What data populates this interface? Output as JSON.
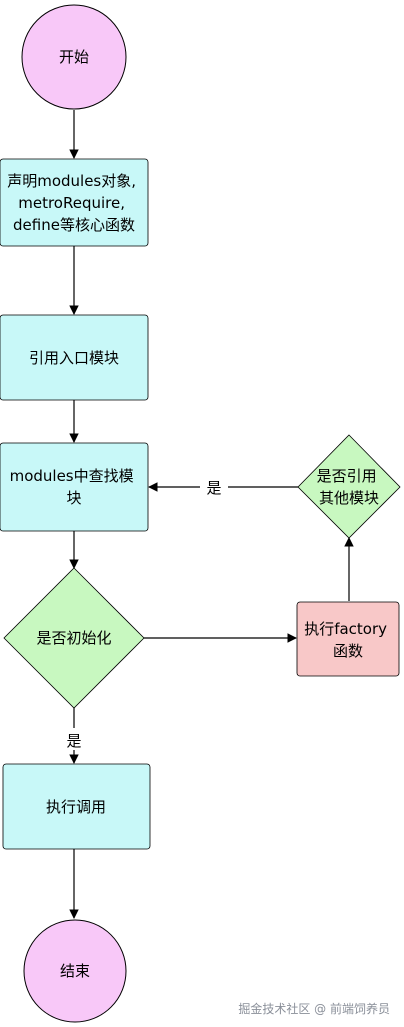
{
  "colors": {
    "terminal_fill": "#f8c8f8",
    "process_fill": "#c8f8f8",
    "decision_fill": "#c8f8c0",
    "action_fill": "#f8c8c8",
    "stroke": "#000000"
  },
  "nodes": {
    "start": "开始",
    "declare": [
      "声明modules对象,",
      "metroRequire,",
      "define等核心函数"
    ],
    "import_entry": "引用入口模块",
    "lookup": [
      "modules中查找模",
      "块"
    ],
    "decision_initialized": "是否初始化",
    "decision_refs": [
      "是否引用",
      "其他模块"
    ],
    "run_factory": [
      "执行factory",
      "函数"
    ],
    "run_call": "执行调用",
    "end": "结束"
  },
  "edges": {
    "refs_yes": "是",
    "init_yes": "是"
  },
  "watermark": "掘金技术社区 @ 前端饲养员"
}
